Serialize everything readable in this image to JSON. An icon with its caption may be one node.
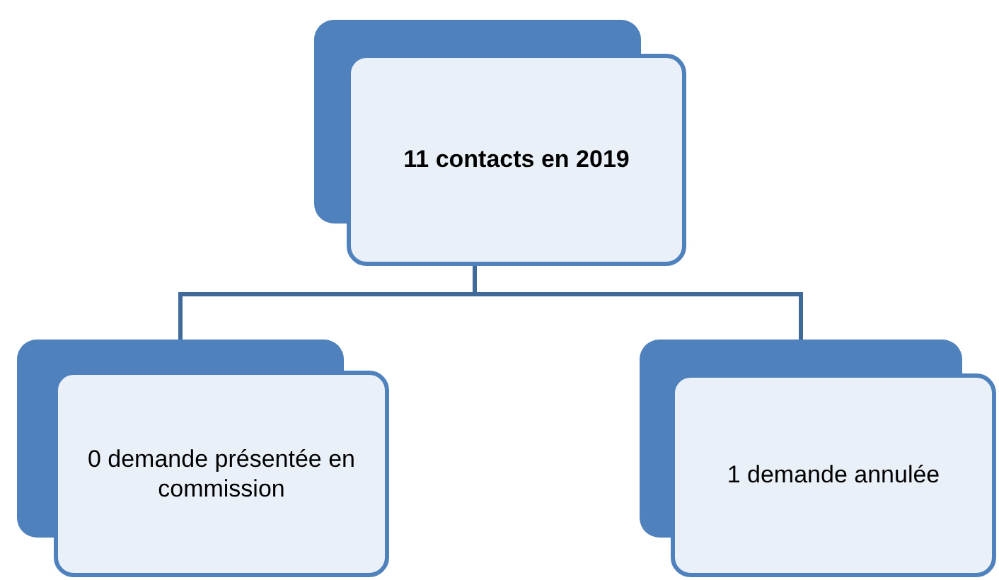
{
  "diagram": {
    "nodes": [
      {
        "text": [
          "11 contacts en 2019"
        ]
      },
      {
        "text": [
          "0 demande présentée en commission"
        ]
      },
      {
        "text": [
          "1 demande annulée"
        ]
      }
    ],
    "edges": [
      {
        "from": 0,
        "to": 1,
        "arrow": "none"
      },
      {
        "from": 0,
        "to": 2,
        "arrow": "none"
      }
    ]
  }
}
